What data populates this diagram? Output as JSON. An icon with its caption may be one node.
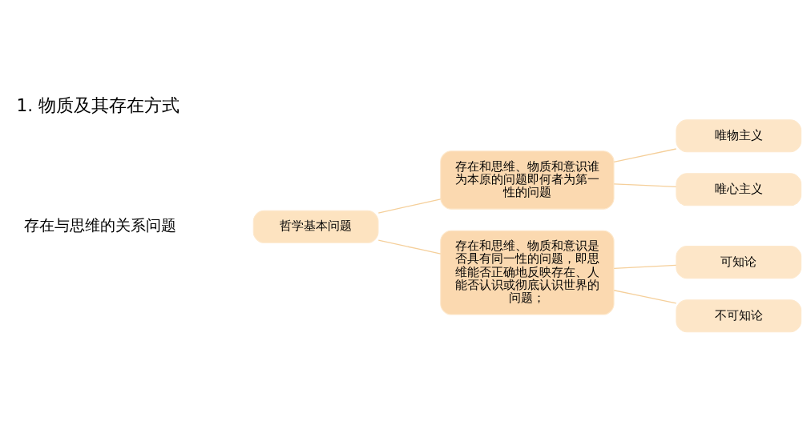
{
  "diagram": {
    "title": "1. 物质及其存在方式",
    "nodes": [
      {
        "text": [
          "哲学基本问题"
        ]
      },
      {
        "text": [
          "存在和思维、物质和意识谁为本原的问题即何者为第一性的问题"
        ]
      },
      {
        "text": [
          "存在和思维、物质和意识是否具有同一性的问题，即思维能否正确地反映存在、人能否认识或彻底认识世界的问题；"
        ]
      },
      {
        "text": [
          "唯物主义"
        ]
      },
      {
        "text": [
          "唯心主义"
        ]
      },
      {
        "text": [
          "可知论"
        ]
      },
      {
        "text": [
          "不可知论"
        ]
      }
    ],
    "edges": [
      {
        "from": 0,
        "to": 1,
        "arrow": "none"
      },
      {
        "from": 0,
        "to": 2,
        "arrow": "none"
      },
      {
        "from": 1,
        "to": 3,
        "arrow": "none"
      },
      {
        "from": 1,
        "to": 4,
        "arrow": "none"
      },
      {
        "from": 2,
        "to": 5,
        "arrow": "none"
      },
      {
        "from": 2,
        "to": 6,
        "arrow": "none"
      }
    ],
    "labels": [
      "存在与思维的关系问题"
    ]
  }
}
